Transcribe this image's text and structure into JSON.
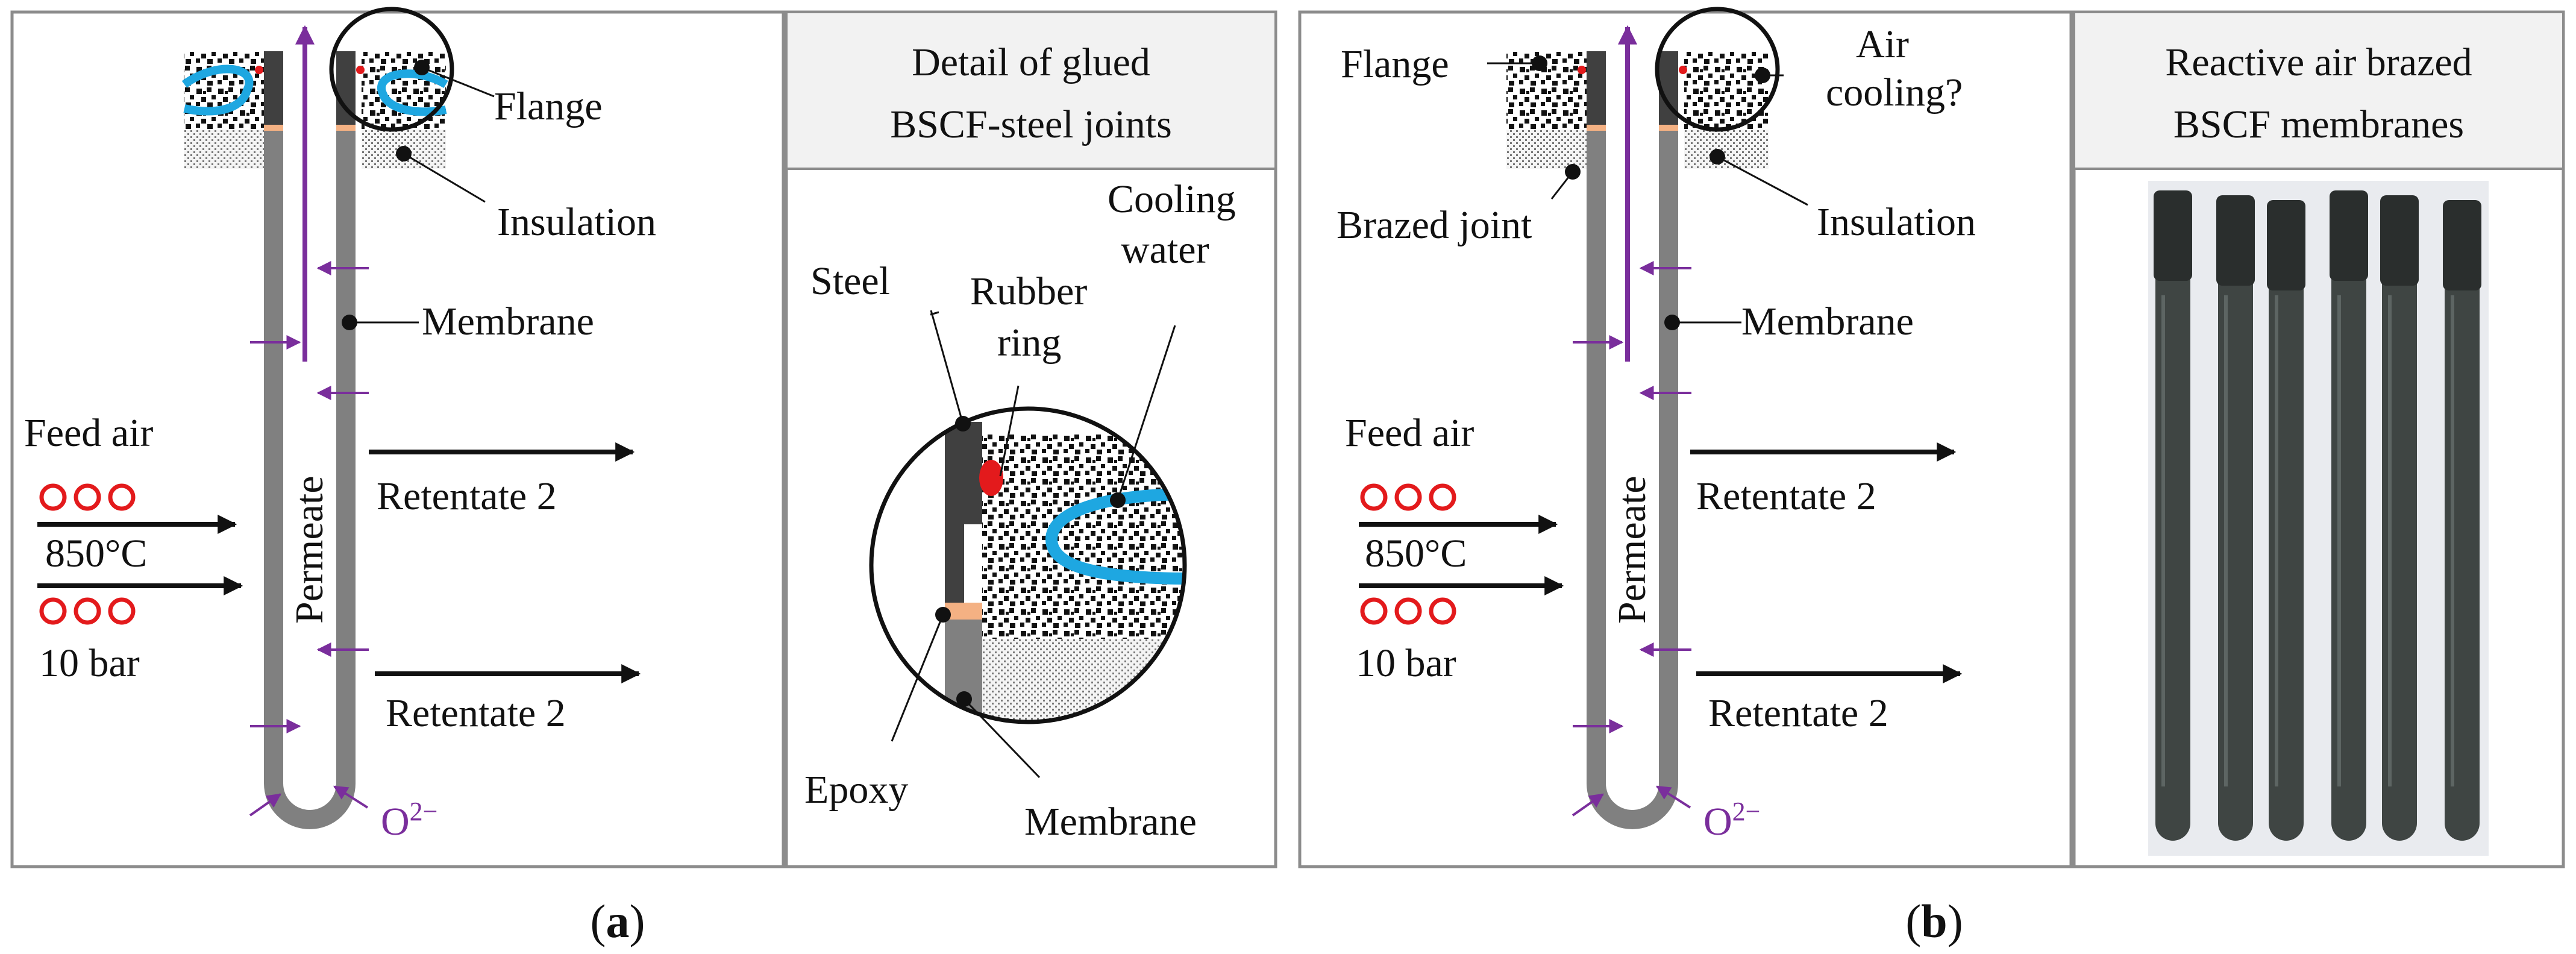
{
  "colors": {
    "frame": "#8c8c8c",
    "header_bg": "#f2f2f2",
    "tube": "#808080",
    "steel": "#404040",
    "glue": "#f4b183",
    "permeate_arrow": "#7a2e9c",
    "cooling_water": "#1ea7e1",
    "feed_rings": "#e31a1c",
    "rubber_ring": "#e31a1c",
    "membrane_photo": "#3f4543"
  },
  "panel_a": {
    "labels": {
      "flange": "Flange",
      "insulation": "Insulation",
      "membrane": "Membrane",
      "feed_air": "Feed air",
      "temperature": "850°C",
      "pressure": "10 bar",
      "permeate": "Permeate",
      "retentate_upper": "Retentate 2",
      "retentate_lower": "Retentate 2",
      "oxygen_ion": "O",
      "oxygen_ion_charge": "2−"
    },
    "detail_header": {
      "line1": "Detail of glued",
      "line2": "BSCF-steel joints"
    },
    "detail_labels": {
      "steel": "Steel",
      "rubber_ring_1": "Rubber",
      "rubber_ring_2": "ring",
      "cooling_water_1": "Cooling",
      "cooling_water_2": "water",
      "epoxy": "Epoxy",
      "membrane": "Membrane"
    },
    "caption": {
      "open": "(",
      "letter": "a",
      "close": ")"
    }
  },
  "panel_b": {
    "labels": {
      "flange": "Flange",
      "air_cooling_1": "Air",
      "air_cooling_2": "cooling?",
      "brazed_joint": "Brazed joint",
      "insulation": "Insulation",
      "membrane": "Membrane",
      "feed_air": "Feed air",
      "temperature": "850°C",
      "pressure": "10 bar",
      "permeate": "Permeate",
      "retentate_upper": "Retentate 2",
      "retentate_lower": "Retentate 2",
      "oxygen_ion": "O",
      "oxygen_ion_charge": "2−"
    },
    "photo_header": {
      "line1": "Reactive air brazed",
      "line2": "BSCF membranes"
    },
    "photo": {
      "membrane_count": 6
    },
    "caption": {
      "open": "(",
      "letter": "b",
      "close": ")"
    }
  }
}
